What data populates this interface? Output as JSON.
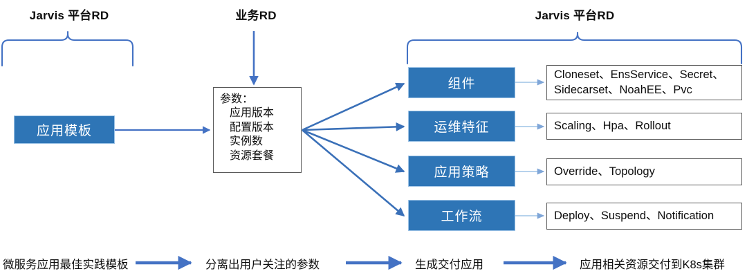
{
  "diagram": {
    "title_groups": [
      {
        "id": "left",
        "label": "Jarvis 平台RD"
      },
      {
        "id": "mid",
        "label": "业务RD"
      },
      {
        "id": "right",
        "label": "Jarvis 平台RD"
      }
    ],
    "app_template_box": {
      "label": "应用模板"
    },
    "params_box": {
      "heading": "参数：",
      "items": [
        "应用版本",
        "配置版本",
        "实例数",
        "资源套餐"
      ]
    },
    "categories": [
      {
        "name": "组件",
        "items": "Cloneset、EnsService、Secret、Sidecarset、NoahEE、Pvc"
      },
      {
        "name": "运维特征",
        "items": "Scaling、Hpa、Rollout"
      },
      {
        "name": "应用策略",
        "items": "Override、Topology"
      },
      {
        "name": "工作流",
        "items": "Deploy、Suspend、Notification"
      }
    ],
    "flow_legend": [
      "微服务应用最佳实践模板",
      "分离出用户关注的参数",
      "生成交付应用",
      "应用相关资源交付到K8s集群"
    ],
    "colors": {
      "accent_blue": "#2E75B6",
      "light_blue_line": "#9DC3E6",
      "brace_blue": "#4472C4",
      "box_border": "#595959"
    }
  }
}
